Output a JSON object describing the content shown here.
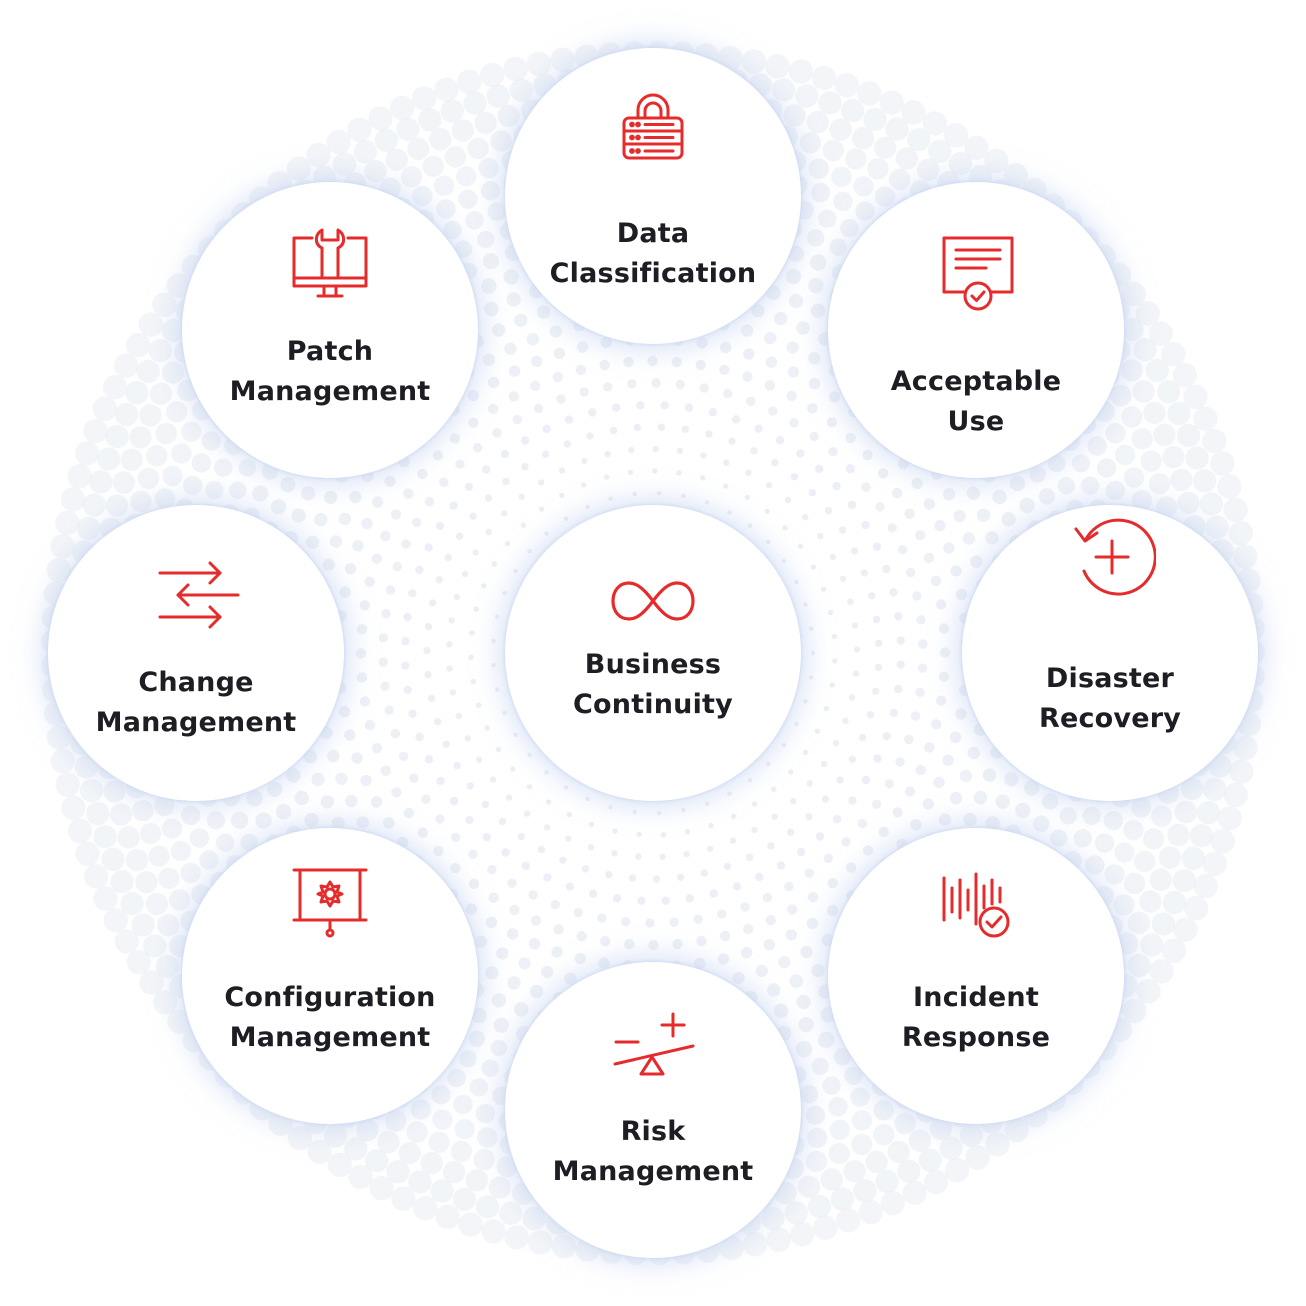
{
  "theme": {
    "icon_color": "#e52b2b",
    "text_color": "#1d1d23",
    "dot_color": "#e7ebf2"
  },
  "center": {
    "icon": "infinity-icon",
    "label_lines": [
      "Business",
      "Continuity"
    ]
  },
  "nodes": [
    {
      "id": "data-classification",
      "icon": "database-lock-icon",
      "label_lines": [
        "Data",
        "Classification"
      ]
    },
    {
      "id": "acceptable-use",
      "icon": "certificate-check-icon",
      "label_lines": [
        "Acceptable",
        "Use"
      ]
    },
    {
      "id": "disaster-recovery",
      "icon": "restore-plus-icon",
      "label_lines": [
        "Disaster",
        "Recovery"
      ]
    },
    {
      "id": "incident-response",
      "icon": "signal-check-icon",
      "label_lines": [
        "Incident",
        "Response"
      ]
    },
    {
      "id": "risk-management",
      "icon": "balance-seesaw-icon",
      "label_lines": [
        "Risk",
        "Management"
      ]
    },
    {
      "id": "configuration-management",
      "icon": "presentation-gear-icon",
      "label_lines": [
        "Configuration",
        "Management"
      ]
    },
    {
      "id": "change-management",
      "icon": "swap-arrows-icon",
      "label_lines": [
        "Change",
        "Management"
      ]
    },
    {
      "id": "patch-management",
      "icon": "monitor-wrench-icon",
      "label_lines": [
        "Patch",
        "Management"
      ]
    }
  ]
}
